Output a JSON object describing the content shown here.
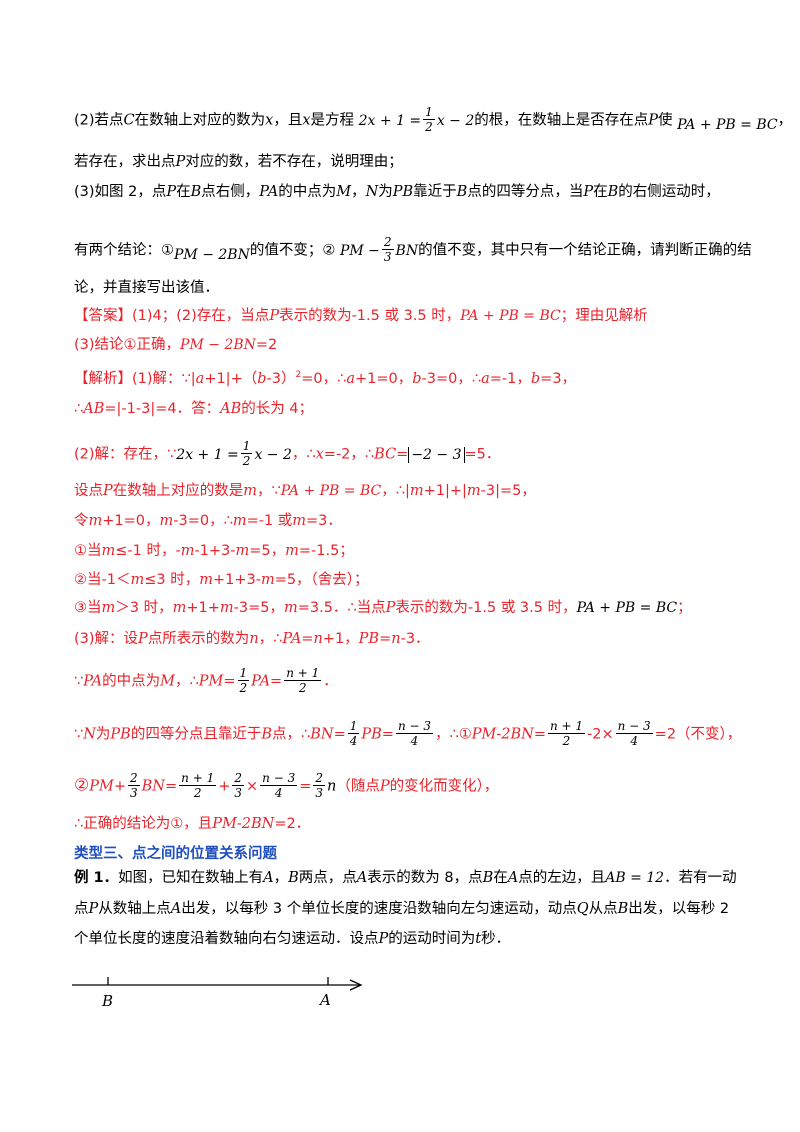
{
  "q2": {
    "line1": {
      "a": "(2)若点",
      "C": "C",
      "b": "在数轴上对应的数为",
      "x1": "x",
      "c": "，且",
      "x2": "x",
      "d": "是方程",
      "eq_left": "2x + 1 =",
      "half_num": "1",
      "half_den": "2",
      "eq_right": "x − 2",
      "e": "的根，在数轴上是否存在点",
      "P": "P",
      "f": "使",
      "cond": "PA + PB = BC",
      "g": "，"
    },
    "line2": {
      "a": "若存在，求出点",
      "P": "P",
      "b": "对应的数，若不存在，说明理由；"
    }
  },
  "q3": {
    "line1": {
      "a": "(3)如图 2，点",
      "P1": "P",
      "b": "在",
      "B1": "B",
      "c": "点右侧，",
      "PA": "PA",
      "d": "的中点为",
      "M": "M",
      "e": "，",
      "N": "N",
      "f": "为",
      "PB": "PB",
      "g": "靠近于",
      "B2": "B",
      "h": "点的四等分点，当",
      "P2": "P",
      "i": "在",
      "B3": "B",
      "j": "的右侧运动时，"
    },
    "line2": {
      "a": "有两个结论：①",
      "expr1": "PM − 2BN",
      "b": "的值不变；②",
      "expr2a": "PM −",
      "fn": "2",
      "fd": "3",
      "expr2b": "BN",
      "c": "的值不变，其中只有一个结论正确，请判断正确的结"
    },
    "line3": "论，并直接写出该值．"
  },
  "answer": {
    "line1": {
      "a": "【答案】(1)4；(2)存在，当点",
      "P": "P",
      "b": "表示的数为-1.5 或 3.5 时，",
      "cond": "PA + PB = BC",
      "c": "；理由见解析"
    },
    "line2": {
      "a": "(3)结论①正确，",
      "expr": "PM − 2BN",
      "b": "=2"
    }
  },
  "analysis": {
    "l1": {
      "a": "【解析】(1)解：∵|",
      "a1": "a",
      "b": "+1|+（",
      "b1": "b",
      "c": "-3）",
      "sq": "2",
      "d": "=0，∴",
      "a2": "a",
      "e": "+1=0，",
      "b2": "b",
      "f": "-3=0，∴",
      "a3": "a",
      "g": "=-1，",
      "b3": "b",
      "h": "=3，"
    },
    "l2": {
      "a": "∴",
      "AB1": "AB",
      "b": "=|-1-3|=4．答：",
      "AB2": "AB",
      "c": "的长为 4；"
    },
    "l3": {
      "a": "(2)解：存在，∵",
      "eq_left": "2x + 1 =",
      "hn": "1",
      "hd": "2",
      "eq_right": "x − 2",
      "b": "，∴",
      "x": "x",
      "c": "=-2，∴",
      "BC": "BC",
      "d": "=",
      "absval": "−2 − 3",
      "e": "=5．"
    },
    "l4": {
      "a": "设点",
      "P": "P",
      "b": "在数轴上对应的数是",
      "m": "m",
      "c": "，∵",
      "cond": "PA + PB = BC",
      "d": "，∴|",
      "m1": "m",
      "e": "+1|+|",
      "m2": "m",
      "f": "-3|=5，"
    },
    "l5": {
      "a": "令",
      "m1": "m",
      "b": "+1=0，",
      "m2": "m",
      "c": "-3=0，∴",
      "m3": "m",
      "d": "=-1 或",
      "m4": "m",
      "e": "=3．"
    },
    "l6": {
      "a": "①当",
      "m1": "m",
      "b": "≤-1 时，-",
      "m2": "m",
      "c": "-1+3-",
      "m3": "m",
      "d": "=5，",
      "m4": "m",
      "e": "=-1.5；"
    },
    "l7": {
      "a": "②当-1＜",
      "m1": "m",
      "b": "≤3 时，",
      "m2": "m",
      "c": "+1+3-",
      "m3": "m",
      "d": "=5，（舍去）；"
    },
    "l8": {
      "a": "③当",
      "m1": "m",
      "b": "＞3 时，",
      "m2": "m",
      "c": "+1+",
      "m3": "m",
      "d": "-3=5，",
      "m4": "m",
      "e": "=3.5．∴当点",
      "P": "P",
      "f": "表示的数为-1.5 或 3.5 时，",
      "cond": "PA + PB = BC",
      "g": "；"
    },
    "l9": {
      "a": "(3)解：设",
      "P": "P",
      "b": "点所表示的数为",
      "n": "n",
      "c": "，∴",
      "PA": "PA",
      "d": "=",
      "n1": "n",
      "e": "+1，",
      "PB": "PB",
      "f": "=",
      "n2": "n",
      "g": "-3．"
    },
    "l10": {
      "a": "∵",
      "PA": "PA",
      "b": "的中点为",
      "M": "M",
      "c": "，∴",
      "PM": "PM",
      "d": "=",
      "hn": "1",
      "hd": "2",
      "PA2": "PA",
      "e": "=",
      "fn": "n + 1",
      "fd": "2",
      "f": "．"
    },
    "l11": {
      "a": "∵",
      "N": "N",
      "b": "为",
      "PB": "PB",
      "c": "的四等分点且靠近于",
      "B": "B",
      "d": "点，∴",
      "BN": "BN",
      "e": "=",
      "qn": "1",
      "qd": "4",
      "PB2": "PB",
      "f": "=",
      "f1n": "n − 3",
      "f1d": "4",
      "g": "，∴①",
      "expr": "PM-2BN",
      "h": "=",
      "f2n": "n + 1",
      "f2d": "2",
      "i": "-2×",
      "f3n": "n − 3",
      "f3d": "4",
      "j": "=2（不变），"
    },
    "l12": {
      "a": "②",
      "PM": "PM",
      "b": "+",
      "t1n": "2",
      "t1d": "3",
      "BN": "BN",
      "c": "=",
      "f1n": "n + 1",
      "f1d": "2",
      "d": "+",
      "t2n": "2",
      "t2d": "3",
      "e": "×",
      "f2n": "n − 3",
      "f2d": "4",
      "f": "=",
      "t3n": "2",
      "t3d": "3",
      "n": "n",
      "g": "（随点",
      "P": "P",
      "h": "的变化而变化），"
    },
    "l13": {
      "a": "∴正确的结论为①，且",
      "expr": "PM-2BN",
      "b": "=2．"
    }
  },
  "section": "类型三、点之间的位置关系问题",
  "example": {
    "l1": {
      "a": "例 1．",
      "b": "如图，已知在数轴上有",
      "A": "A",
      "c": "，",
      "B": "B",
      "d": "两点，点",
      "A2": "A",
      "e": "表示的数为 8，点",
      "B2": "B",
      "f": "在",
      "A3": "A",
      "g": "点的左边，且",
      "ab": "AB = 12",
      "h": "．若有一动"
    },
    "l2": {
      "a": "点",
      "P": "P",
      "b": "从数轴上点",
      "A": "A",
      "c": "出发，以每秒 3 个单位长度的速度沿数轴向左匀速运动，动点",
      "Q": "Q",
      "d": "从点",
      "B": "B",
      "e": "出发，以每秒 2"
    },
    "l3": {
      "a": "个单位长度的速度沿着数轴向右匀速运动．设点",
      "P": "P",
      "b": "的运动时间为",
      "t": "t",
      "c": "秒．"
    }
  },
  "figure": {
    "label_b": "B",
    "label_a": "A"
  }
}
